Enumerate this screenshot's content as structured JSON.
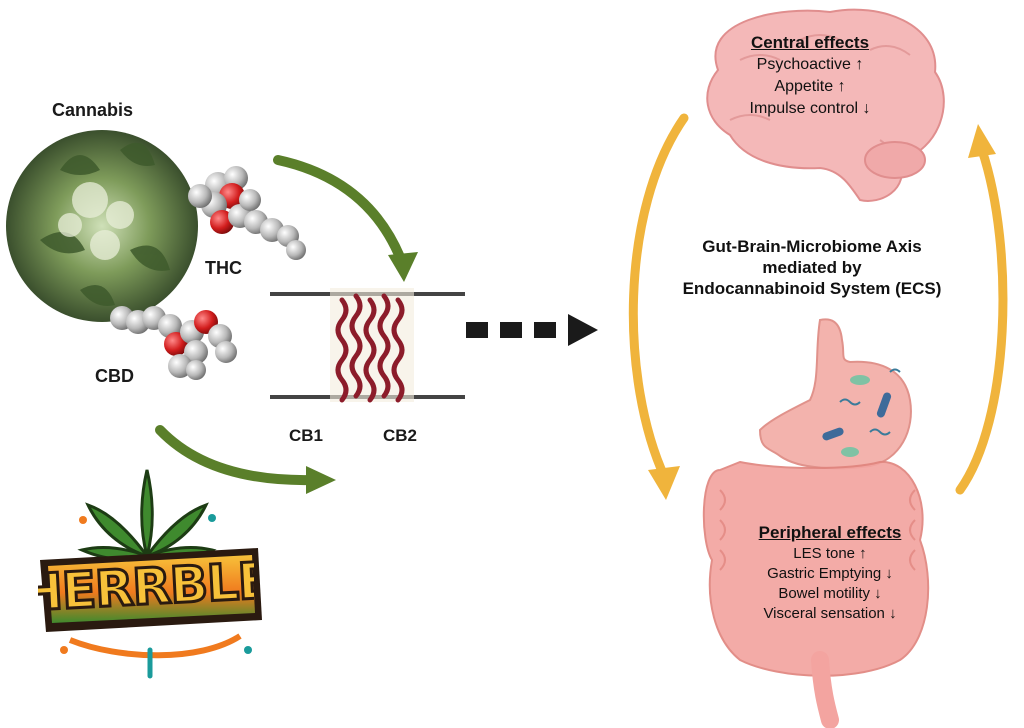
{
  "labels": {
    "cannabis": "Cannabis",
    "thc": "THC",
    "cbd": "CBD",
    "cb1": "CB1",
    "cb2": "CB2"
  },
  "axis_title": {
    "line1": "Gut-Brain-Microbiome Axis",
    "line2": "mediated by",
    "line3": "Endocannabinoid System (ECS)"
  },
  "central_effects": {
    "heading": "Central effects",
    "items": [
      "Psychoactive ↑",
      "Appetite ↑",
      "Impulse control ↓"
    ]
  },
  "peripheral_effects": {
    "heading": "Peripheral effects",
    "items": [
      "LES tone ↑",
      "Gastric Emptying ↓",
      "Bowel motility ↓",
      "Visceral sensation ↓"
    ]
  },
  "logo": {
    "text": "HERRBLE"
  },
  "colors": {
    "green_arrow": "#5a7f2a",
    "orange_arrow": "#f0b43c",
    "dark_arrow": "#1a1a1a",
    "brain_pink": "#f4b8b8",
    "gut_pink": "#f3a4a0",
    "helix_red": "#8c1c2a",
    "logo_orange": "#f07a1e",
    "logo_green": "#3f8a2e",
    "logo_teal": "#1a9b9b"
  }
}
